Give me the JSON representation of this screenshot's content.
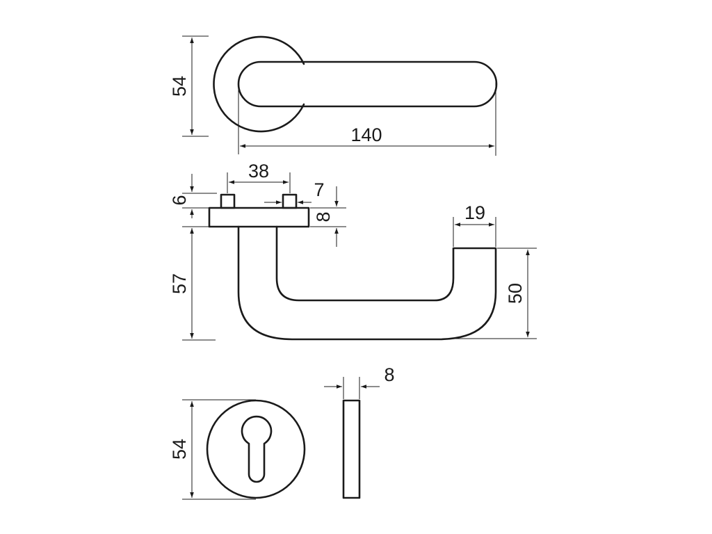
{
  "drawing": {
    "line_color": "#1a1a1a",
    "background": "#ffffff",
    "dimensions": {
      "top_rose_diameter": "54",
      "lever_length": "140",
      "pin_spacing": "38",
      "pin_width": "7",
      "pin_height": "6",
      "rose_thickness": "8",
      "lever_projection": "57",
      "lever_tip_width": "19",
      "lever_drop": "50",
      "escutcheon_diameter": "54",
      "escutcheon_thickness": "8"
    }
  }
}
